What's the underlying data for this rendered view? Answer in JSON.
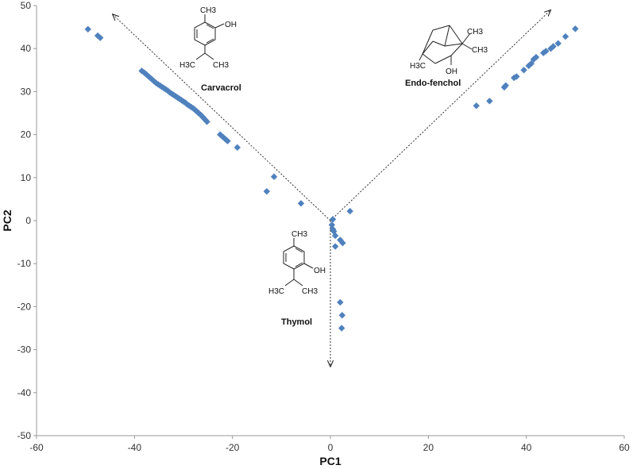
{
  "chart_data": {
    "type": "scatter",
    "xlabel": "PC1",
    "ylabel": "PC2",
    "xlim": [
      -60,
      60
    ],
    "ylim": [
      -50,
      50
    ],
    "x_ticks": [
      "-60",
      "-40",
      "-20",
      "0",
      "20",
      "40",
      "60"
    ],
    "y_ticks": [
      "50",
      "40",
      "30",
      "20",
      "10",
      "0",
      "-10",
      "-20",
      "-30",
      "-40",
      "-50"
    ],
    "grid": false,
    "marker": "diamond",
    "marker_color": "#4f81bd",
    "series": [
      {
        "points": [
          [
            -49.5,
            44.5
          ],
          [
            -47.5,
            43.0
          ],
          [
            -47.0,
            42.5
          ],
          [
            -38.5,
            34.8
          ],
          [
            -38.0,
            34.4
          ],
          [
            -37.6,
            34.0
          ],
          [
            -37.2,
            33.6
          ],
          [
            -36.8,
            33.2
          ],
          [
            -36.4,
            32.8
          ],
          [
            -36.0,
            32.4
          ],
          [
            -35.6,
            32.0
          ],
          [
            -35.2,
            31.7
          ],
          [
            -34.8,
            31.4
          ],
          [
            -34.4,
            31.1
          ],
          [
            -34.0,
            30.8
          ],
          [
            -33.6,
            30.5
          ],
          [
            -33.2,
            30.2
          ],
          [
            -32.8,
            29.8
          ],
          [
            -32.4,
            29.5
          ],
          [
            -32.0,
            29.2
          ],
          [
            -31.6,
            28.9
          ],
          [
            -31.2,
            28.6
          ],
          [
            -30.8,
            28.3
          ],
          [
            -30.4,
            28.0
          ],
          [
            -30.0,
            27.7
          ],
          [
            -29.6,
            27.4
          ],
          [
            -29.2,
            27.0
          ],
          [
            -28.8,
            26.7
          ],
          [
            -28.4,
            26.4
          ],
          [
            -28.0,
            26.1
          ],
          [
            -27.6,
            25.7
          ],
          [
            -27.2,
            25.3
          ],
          [
            -26.8,
            24.9
          ],
          [
            -26.4,
            24.5
          ],
          [
            -26.0,
            24.0
          ],
          [
            -25.6,
            23.5
          ],
          [
            -25.2,
            23.0
          ],
          [
            -22.5,
            20.0
          ],
          [
            -22.0,
            19.5
          ],
          [
            -21.5,
            19.0
          ],
          [
            -21.0,
            18.5
          ],
          [
            -19.0,
            17.0
          ],
          [
            -11.5,
            10.2
          ],
          [
            -13.0,
            6.8
          ],
          [
            -6.0,
            4.0
          ],
          [
            0.5,
            0.3
          ],
          [
            0.3,
            -1.0
          ],
          [
            0.5,
            -2.0
          ],
          [
            0.7,
            -2.5
          ],
          [
            1.0,
            -3.5
          ],
          [
            2.0,
            -4.5
          ],
          [
            2.5,
            -5.2
          ],
          [
            1.0,
            -6.0
          ],
          [
            4.0,
            2.2
          ],
          [
            2.0,
            -19.0
          ],
          [
            2.4,
            -22.0
          ],
          [
            2.3,
            -25.0
          ],
          [
            29.8,
            26.7
          ],
          [
            32.5,
            27.8
          ],
          [
            35.5,
            31.0
          ],
          [
            35.8,
            31.4
          ],
          [
            37.5,
            33.2
          ],
          [
            38.0,
            33.5
          ],
          [
            39.5,
            35.0
          ],
          [
            40.5,
            36.0
          ],
          [
            41.0,
            36.5
          ],
          [
            41.5,
            37.5
          ],
          [
            42.0,
            38.0
          ],
          [
            43.5,
            39.0
          ],
          [
            44.0,
            39.4
          ],
          [
            45.0,
            40.0
          ],
          [
            45.5,
            40.5
          ],
          [
            46.5,
            41.2
          ],
          [
            48.0,
            42.8
          ],
          [
            50.0,
            44.6
          ]
        ]
      }
    ],
    "arrows": [
      {
        "from": [
          0,
          0
        ],
        "to": [
          -44.5,
          48.0
        ]
      },
      {
        "from": [
          0,
          0
        ],
        "to": [
          45.0,
          49.0
        ]
      },
      {
        "from": [
          0,
          0
        ],
        "to": [
          0,
          -34.0
        ]
      }
    ],
    "annotations": [
      {
        "name": "carvacrol",
        "text": "Carvacrol",
        "atoms": [
          "CH3",
          "OH",
          "H3C",
          "CH3"
        ]
      },
      {
        "name": "endo-fenchol",
        "text": "Endo-fenchol",
        "atoms": [
          "CH3",
          "CH3",
          "H3C",
          "OH"
        ]
      },
      {
        "name": "thymol",
        "text": "Thymol",
        "atoms": [
          "CH3",
          "OH",
          "H3C",
          "CH3"
        ]
      }
    ]
  }
}
